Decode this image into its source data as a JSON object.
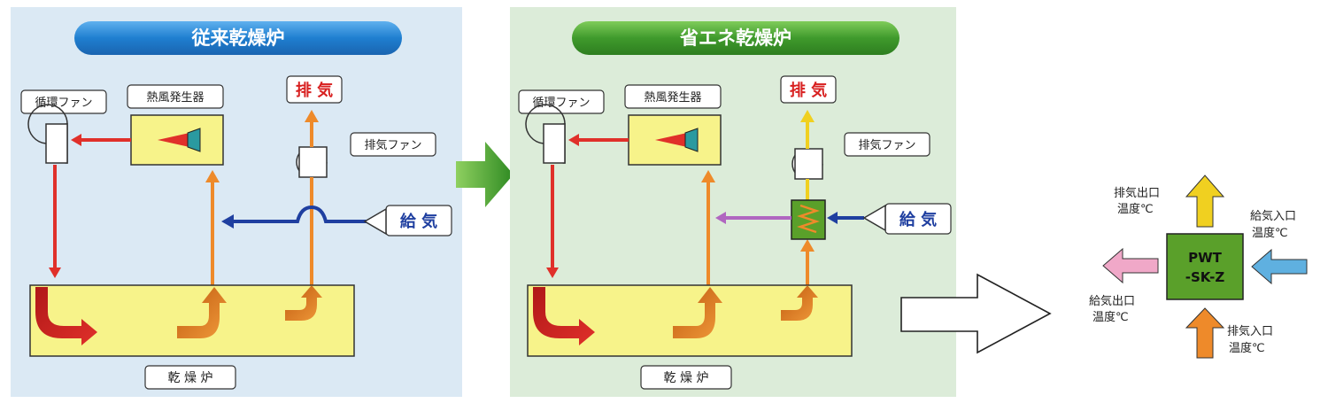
{
  "conventional": {
    "title": "従来乾燥炉",
    "circulation_fan": "循環ファン",
    "hot_air_generator": "熱風発生器",
    "exhaust": "排 気",
    "exhaust_fan": "排気ファン",
    "supply_air": "給 気",
    "dryer": "乾 燥 炉"
  },
  "energy_saving": {
    "title": "省エネ乾燥炉",
    "circulation_fan": "循環ファン",
    "hot_air_generator": "熱風発生器",
    "exhaust": "排 気",
    "exhaust_fan": "排気ファン",
    "supply_air": "給 気",
    "dryer": "乾 燥 炉"
  },
  "detail": {
    "unit_line1": "PWT",
    "unit_line2": "-SK-Z",
    "exhaust_outlet_line1": "排気出口",
    "exhaust_outlet_line2": "温度℃",
    "supply_inlet_line1": "給気入口",
    "supply_inlet_line2": "温度℃",
    "supply_outlet_line1": "給気出口",
    "supply_outlet_line2": "温度℃",
    "exhaust_inlet_line1": "排気入口",
    "exhaust_inlet_line2": "温度℃"
  },
  "colors": {
    "conventional_bg": "#dbe9f4",
    "energy_saving_bg": "#dcecd9",
    "blue_pill": "#1f7fd0",
    "green_pill": "#3f9a2c",
    "dryer_yellow": "#f7f38a",
    "red_flow": "#e0302a",
    "orange_flow": "#ee8a2a",
    "blue_flow": "#1f3fa0",
    "purple_flow": "#b066c0",
    "yellow_flow": "#f0d020",
    "exchanger_green": "#5aa02a",
    "pink_arrow": "#f0a8c8",
    "light_blue_arrow": "#5fb0e0",
    "transition_green": "#3fa52a"
  }
}
